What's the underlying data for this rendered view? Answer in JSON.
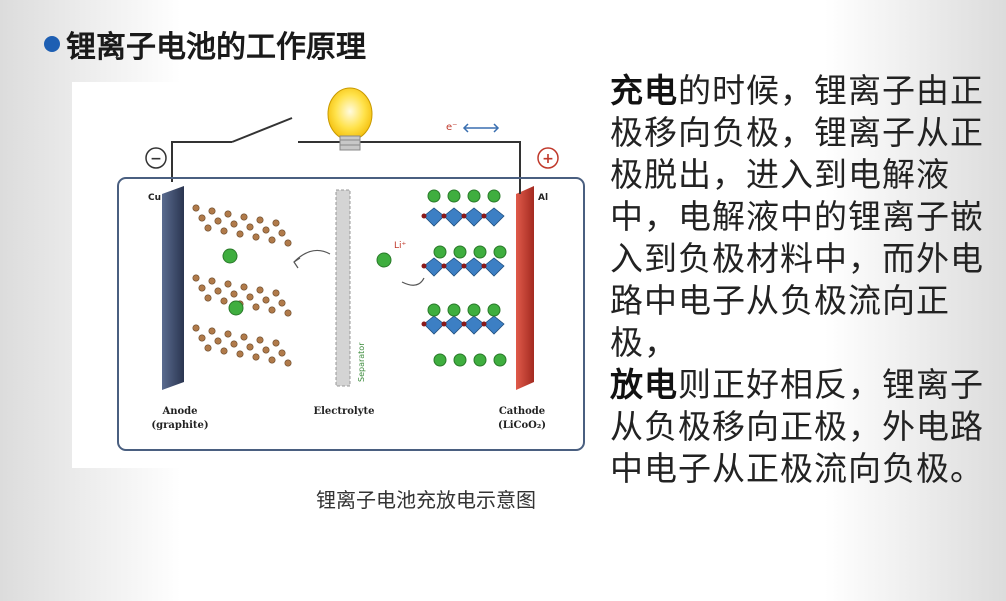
{
  "title": "锂离子电池的工作原理",
  "diagram": {
    "caption": "锂离子电池充放电示意图",
    "labels": {
      "neg_sign": "−",
      "pos_sign": "+",
      "cu": "Cu",
      "al": "Al",
      "electron": "e⁻",
      "li_ion": "Li⁺",
      "separator": "Separator",
      "anode": "Anode",
      "anode_sub": "(graphite)",
      "electrolyte": "Electrolyte",
      "cathode": "Cathode",
      "cathode_sub": "(LiCoO₂)"
    }
  },
  "explanation": {
    "charge_term": "充电",
    "charge_text": "的时候，锂离子由正极移向负极，锂离子从正极脱出，进入到电解液中，电解液中的锂离子嵌入到负极材料中，而外电路中电子从负极流向正极，",
    "discharge_term": "放电",
    "discharge_text": "则正好相反，锂离子从负极移向正极，外电路中电子从正极流向负极。"
  },
  "colors": {
    "bullet": "#1e5fb3",
    "anode_plate": "#3b4a6b",
    "cathode_plate": "#c0392b",
    "lithium": "#3fae3f",
    "cobalt_oxide": "#3c7fc4",
    "oxygen": "#8b1a1a",
    "graphite": "#b07a4a"
  }
}
